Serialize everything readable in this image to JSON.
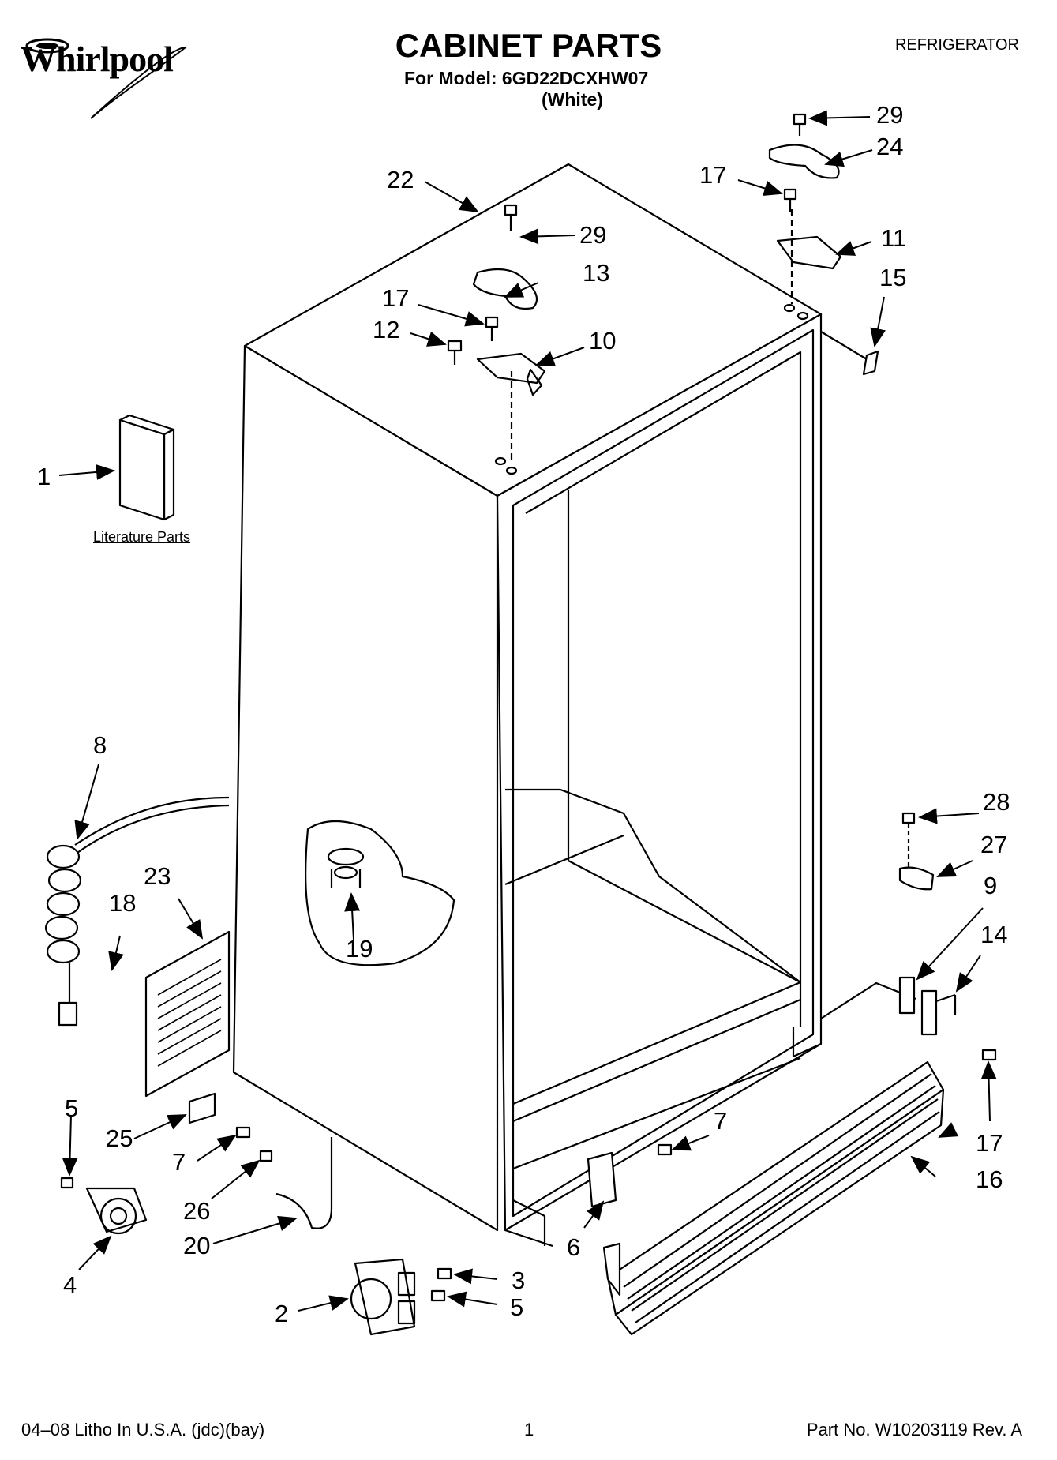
{
  "header": {
    "brand": "Whirlpool",
    "title": "CABINET PARTS",
    "model_line": "For Model: 6GD22DCXHW07",
    "color_line": "(White)",
    "appliance": "REFRIGERATOR"
  },
  "literature_label": "Literature Parts",
  "callouts": {
    "c1": "1",
    "c2": "2",
    "c3": "3",
    "c4": "4",
    "c5a": "5",
    "c5b": "5",
    "c6": "6",
    "c7a": "7",
    "c7b": "7",
    "c8": "8",
    "c9": "9",
    "c10": "10",
    "c11": "11",
    "c12": "12",
    "c13": "13",
    "c14": "14",
    "c15": "15",
    "c16": "16",
    "c17a": "17",
    "c17b": "17",
    "c17c": "17",
    "c18": "18",
    "c19": "19",
    "c20": "20",
    "c22": "22",
    "c23": "23",
    "c24": "24",
    "c25": "25",
    "c26": "26",
    "c27": "27",
    "c28": "28",
    "c29a": "29",
    "c29b": "29"
  },
  "footer": {
    "print_info": "04–08 Litho In U.S.A. (jdc)(bay)",
    "page": "1",
    "part_no": "Part No. W10203119 Rev. A"
  }
}
